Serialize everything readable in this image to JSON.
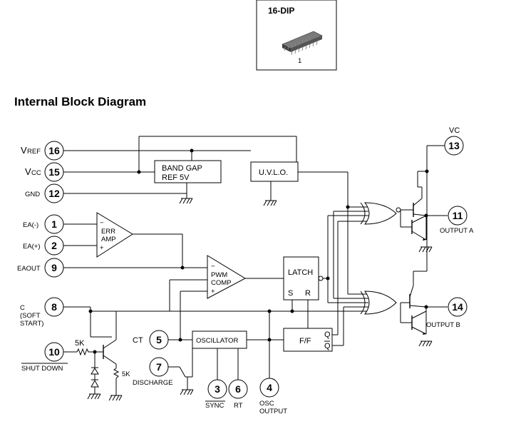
{
  "package": {
    "name": "16-DIP",
    "pin1_marker": "1"
  },
  "title": "Internal Block Diagram",
  "pins": {
    "vref": {
      "num": "16",
      "label_main": "V",
      "label_sub": "REF"
    },
    "vcc": {
      "num": "15",
      "label_main": "V",
      "label_sub": "CC"
    },
    "gnd": {
      "num": "12",
      "label": "GND"
    },
    "ea_minus": {
      "num": "1",
      "label": "EA(-)"
    },
    "ea_plus": {
      "num": "2",
      "label": "EA(+)"
    },
    "eaout": {
      "num": "9",
      "label": "EAOUT"
    },
    "c": {
      "num": "8",
      "label_line1": "C",
      "label_line2": "(SOFT",
      "label_line3": "START)"
    },
    "ct": {
      "num": "5",
      "label": "CT"
    },
    "shutdown": {
      "num": "10",
      "label": "SHUT DOWN"
    },
    "discharge": {
      "num": "7",
      "label": "DISCHARGE"
    },
    "sync": {
      "num": "3",
      "label": "SYNC"
    },
    "rt": {
      "num": "6",
      "label": "RT"
    },
    "osc_output": {
      "num": "4",
      "label_line1": "OSC",
      "label_line2": "OUTPUT"
    },
    "vc": {
      "num": "13",
      "label": "VC"
    },
    "output_a": {
      "num": "11",
      "label": "OUTPUT A"
    },
    "output_b": {
      "num": "14",
      "label": "OUTPUT B"
    }
  },
  "blocks": {
    "bandgap": {
      "line1": "BAND GAP",
      "line2": "REF 5V"
    },
    "uvlo": {
      "label": "U.V.L.O."
    },
    "erramp": {
      "line1": "ERR",
      "line2": "AMP",
      "minus": "−",
      "plus": "+"
    },
    "pwmcomp": {
      "line1": "PWM",
      "line2": "COMP",
      "minus": "−",
      "plus": "+"
    },
    "latch": {
      "label": "LATCH",
      "s": "S",
      "r": "R"
    },
    "oscillator": {
      "label": "OSCILLATOR"
    },
    "ff": {
      "label": "F/F",
      "q": "Q",
      "qbar": "Q"
    }
  },
  "components": {
    "r_shutdown": "5K",
    "r_emitter": "5K"
  }
}
